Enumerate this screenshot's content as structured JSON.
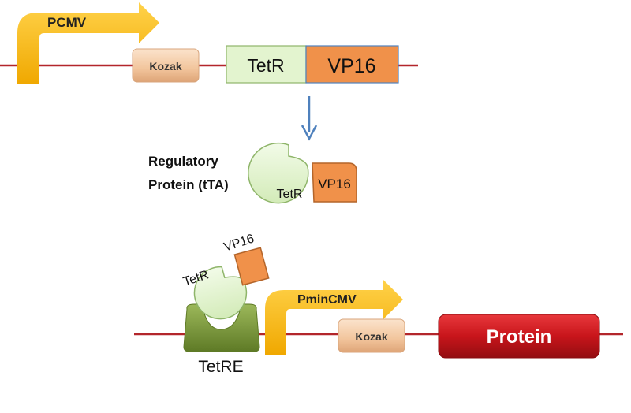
{
  "top_construct": {
    "promoter_label": "PCMV",
    "kozak_label": "Kozak",
    "tetr_label": "TetR",
    "vp16_label": "VP16"
  },
  "regulatory_protein": {
    "label_line1": "Regulatory",
    "label_line2": "Protein (tTA)",
    "tetr_label": "TetR",
    "vp16_label": "VP16"
  },
  "bottom_construct": {
    "bound_tetr_label": "TetR",
    "bound_vp16_label": "VP16",
    "tetre_label": "TetRE",
    "promoter_label": "PminCMV",
    "kozak_label": "Kozak",
    "protein_label": "Protein"
  },
  "colors": {
    "dna_line": "#b3262b",
    "promoter_arrow": "#f5b400",
    "kozak_fill": "#f3c9a3",
    "tetr_fill": "#e3f4cf",
    "tetr_stroke": "#8fb56a",
    "vp16_fill": "#f0914a",
    "vp16_stroke": "#b4652a",
    "tetre_fill": "#7e9a3d",
    "protein_fill": "#c8151b",
    "flow_arrow": "#4f81bd"
  }
}
